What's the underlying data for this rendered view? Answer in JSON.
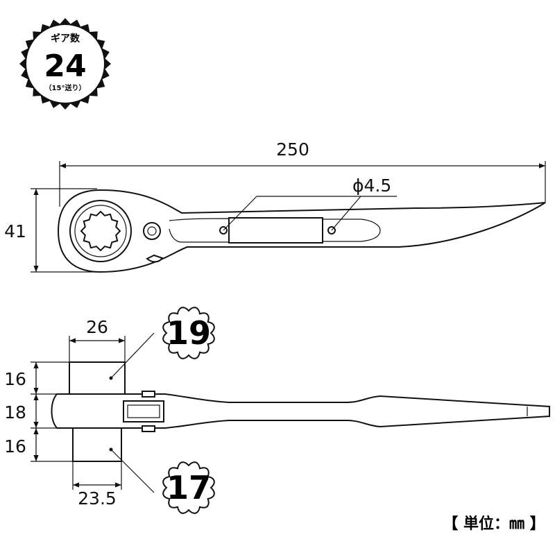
{
  "badge": {
    "title": "ギア数",
    "value": "24",
    "note": "（15°送り）"
  },
  "dimensions": {
    "length": "250",
    "height": "41",
    "pin_diameter": "ϕ4.5",
    "socket_width": "26",
    "socket_top_height": "16",
    "body_thickness": "18",
    "socket_bottom_height": "16",
    "socket_bottom_width": "23.5"
  },
  "sockets": {
    "top_size": "19",
    "bottom_size": "17"
  },
  "unit_label": "【 単位：㎜ 】"
}
